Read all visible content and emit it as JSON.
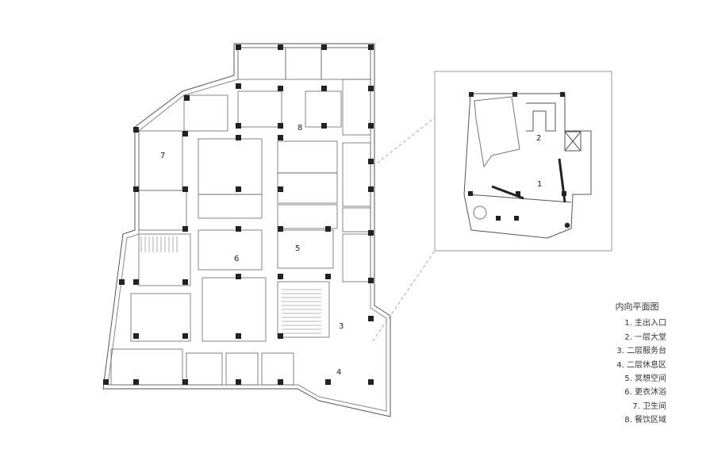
{
  "plan_labels": {
    "l1": "1",
    "l2": "2",
    "l3": "3",
    "l4": "4",
    "l5": "5",
    "l6": "6",
    "l7": "7",
    "l8": "8"
  },
  "legend": {
    "title": "内向平面图",
    "items": [
      "1. 主出入口",
      "2. 一层大堂",
      "3. 二层服务台",
      "4. 二层休息区",
      "5. 冥想空间",
      "6. 更衣沐浴",
      "7. 卫生间",
      "8. 餐饮区域"
    ]
  },
  "colors": {
    "line": "#555555",
    "column": "#222222",
    "hatch": "#999999"
  }
}
